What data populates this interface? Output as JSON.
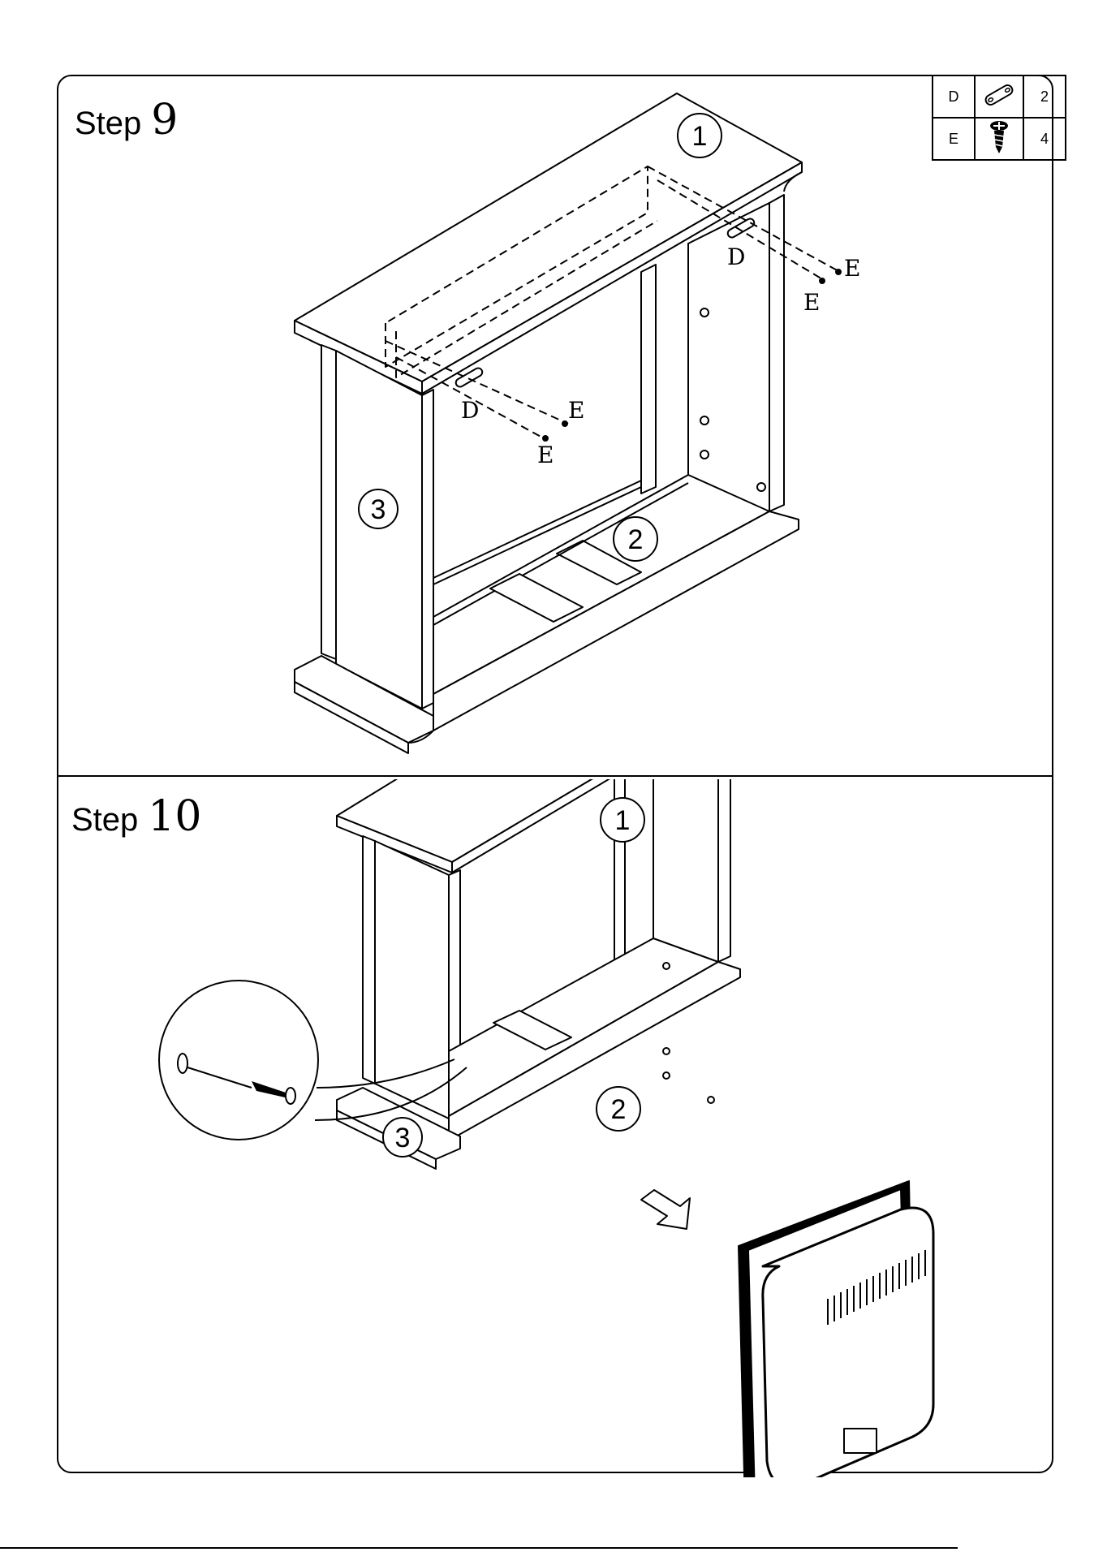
{
  "step9": {
    "label": "Step",
    "number": "9"
  },
  "step10": {
    "label": "Step",
    "number": "10"
  },
  "parts_list": [
    {
      "letter": "D",
      "icon": "bracket-plate-icon",
      "qty": "2"
    },
    {
      "letter": "E",
      "icon": "screw-icon",
      "qty": "4"
    }
  ],
  "callouts": {
    "part1": "1",
    "part2": "2",
    "part3": "3",
    "bracket": "D",
    "screw": "E"
  }
}
